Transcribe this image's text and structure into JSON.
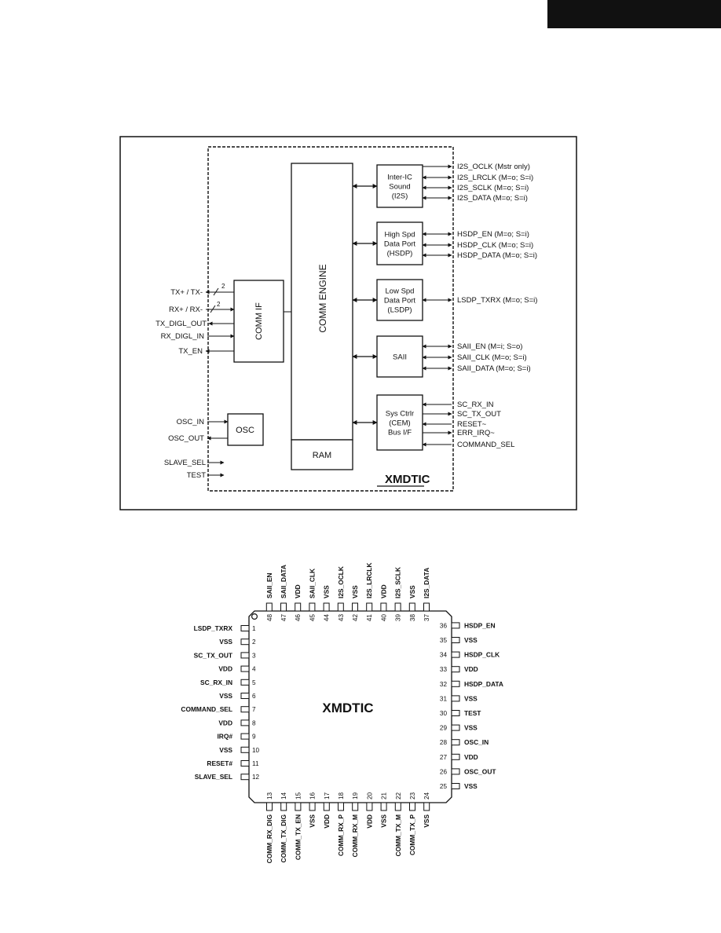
{
  "block_diagram": {
    "chip_name": "XMDTIC",
    "blocks": {
      "comm_engine": "COMM ENGINE",
      "ram": "RAM",
      "comm_if": "COMM IF",
      "osc": "OSC",
      "i2s": [
        "Inter-IC",
        "Sound",
        "(I2S)"
      ],
      "hsdp": [
        "High Spd",
        "Data Port",
        "(HSDP)"
      ],
      "lsdp": [
        "Low Spd",
        "Data Port",
        "(LSDP)"
      ],
      "saii": [
        "SAII"
      ],
      "sysctrl": [
        "Sys Ctrlr",
        "(CEM)",
        "Bus I/F"
      ]
    },
    "left_signals": {
      "txpm": "TX+ / TX-",
      "rxpm": "RX+ / RX-",
      "bus_width_tx": "2",
      "bus_width_rx": "2",
      "tx_digl_out": "TX_DIGL_OUT",
      "rx_digl_in": "RX_DIGL_IN",
      "tx_en": "TX_EN",
      "osc_in": "OSC_IN",
      "osc_out": "OSC_OUT",
      "slave_sel": "SLAVE_SEL",
      "test": "TEST"
    },
    "right_signals": {
      "i2s": [
        "I2S_OCLK (Mstr only)",
        "I2S_LRCLK (M=o; S=i)",
        "I2S_SCLK (M=o; S=i)",
        "I2S_DATA (M=o; S=i)"
      ],
      "hsdp": [
        "HSDP_EN (M=o; S=i)",
        "HSDP_CLK (M=o; S=i)",
        "HSDP_DATA (M=o; S=i)"
      ],
      "lsdp": [
        "LSDP_TXRX (M=o; S=i)"
      ],
      "saii": [
        "SAII_EN (M=i; S=o)",
        "SAII_CLK (M=o; S=i)",
        "SAII_DATA (M=o; S=i)"
      ],
      "sysctrl": [
        "SC_RX_IN",
        "SC_TX_OUT",
        "RESET~",
        "ERR_IRQ~",
        "COMMAND_SEL"
      ]
    }
  },
  "package": {
    "chip_name": "XMDTIC",
    "left_pins": [
      {
        "num": "1",
        "name": "LSDP_TXRX"
      },
      {
        "num": "2",
        "name": "VSS"
      },
      {
        "num": "3",
        "name": "SC_TX_OUT"
      },
      {
        "num": "4",
        "name": "VDD"
      },
      {
        "num": "5",
        "name": "SC_RX_IN"
      },
      {
        "num": "6",
        "name": "VSS"
      },
      {
        "num": "7",
        "name": "COMMAND_SEL"
      },
      {
        "num": "8",
        "name": "VDD"
      },
      {
        "num": "9",
        "name": "IRQ#"
      },
      {
        "num": "10",
        "name": "VSS"
      },
      {
        "num": "11",
        "name": "RESET#"
      },
      {
        "num": "12",
        "name": "SLAVE_SEL"
      }
    ],
    "bottom_pins": [
      {
        "num": "13",
        "name": "COMM_RX_DIG"
      },
      {
        "num": "14",
        "name": "COMM_TX_DIG"
      },
      {
        "num": "15",
        "name": "COMM_TX_EN"
      },
      {
        "num": "16",
        "name": "VSS"
      },
      {
        "num": "17",
        "name": "VDD"
      },
      {
        "num": "18",
        "name": "COMM_RX_P"
      },
      {
        "num": "19",
        "name": "COMM_RX_M"
      },
      {
        "num": "20",
        "name": "VDD"
      },
      {
        "num": "21",
        "name": "VSS"
      },
      {
        "num": "22",
        "name": "COMM_TX_M"
      },
      {
        "num": "23",
        "name": "COMM_TX_P"
      },
      {
        "num": "24",
        "name": "VSS"
      }
    ],
    "right_pins": [
      {
        "num": "25",
        "name": "VSS"
      },
      {
        "num": "26",
        "name": "OSC_OUT"
      },
      {
        "num": "27",
        "name": "VDD"
      },
      {
        "num": "28",
        "name": "OSC_IN"
      },
      {
        "num": "29",
        "name": "VSS"
      },
      {
        "num": "30",
        "name": "TEST"
      },
      {
        "num": "31",
        "name": "VSS"
      },
      {
        "num": "32",
        "name": "HSDP_DATA"
      },
      {
        "num": "33",
        "name": "VDD"
      },
      {
        "num": "34",
        "name": "HSDP_CLK"
      },
      {
        "num": "35",
        "name": "VSS"
      },
      {
        "num": "36",
        "name": "HSDP_EN"
      }
    ],
    "top_pins": [
      {
        "num": "37",
        "name": "I2S_DATA"
      },
      {
        "num": "38",
        "name": "VSS"
      },
      {
        "num": "39",
        "name": "I2S_SCLK"
      },
      {
        "num": "40",
        "name": "VDD"
      },
      {
        "num": "41",
        "name": "I2S_LRCLK"
      },
      {
        "num": "42",
        "name": "VSS"
      },
      {
        "num": "43",
        "name": "I2S_OCLK"
      },
      {
        "num": "44",
        "name": "VSS"
      },
      {
        "num": "45",
        "name": "SAII_CLK"
      },
      {
        "num": "46",
        "name": "VDD"
      },
      {
        "num": "47",
        "name": "SAII_DATA"
      },
      {
        "num": "48",
        "name": "SAII_EN"
      }
    ]
  }
}
